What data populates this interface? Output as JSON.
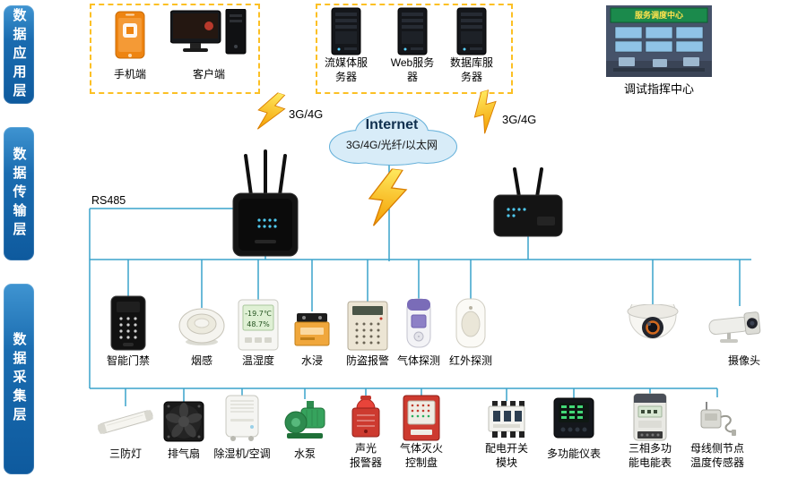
{
  "layers": [
    {
      "label": "数据应用层"
    },
    {
      "label": "数据传输层"
    },
    {
      "label": "数据采集层"
    }
  ],
  "application": {
    "phone_label": "手机端",
    "desktop_label": "客户端",
    "servers": [
      {
        "label": "流媒体服\n务器"
      },
      {
        "label": "Web服务\n器"
      },
      {
        "label": "数据库服\n务器"
      }
    ],
    "command_center_label": "调试指挥中心",
    "command_center_screen_title": "服务调度中心"
  },
  "network": {
    "cloud_title": "Internet",
    "cloud_subtitle": "3G/4G/光纤/以太网",
    "left_link_label": "3G/4G",
    "right_link_label": "3G/4G",
    "bus_label": "RS485"
  },
  "sensors": [
    {
      "label": "智能门禁"
    },
    {
      "label": "烟感"
    },
    {
      "label": "温湿度",
      "display_top": "-19.7℃",
      "display_bottom": "48.7%"
    },
    {
      "label": "水浸"
    },
    {
      "label": "防盗报警"
    },
    {
      "label": "气体探测"
    },
    {
      "label": "红外探测"
    },
    {
      "label": "摄像头"
    }
  ],
  "equipment": [
    {
      "label": "三防灯"
    },
    {
      "label": "排气扇"
    },
    {
      "label": "除湿机/空调"
    },
    {
      "label": "水泵"
    },
    {
      "label": "声光\n报警器"
    },
    {
      "label": "气体灭火\n控制盘"
    },
    {
      "label": "配电开关\n模块"
    },
    {
      "label": "多功能仪表"
    },
    {
      "label": "三相多功\n能电能表"
    },
    {
      "label": "母线侧节点\n温度传感器"
    }
  ],
  "colors": {
    "layer_banner_blue": "#1160a2",
    "connector_teal": "#3aa3cc",
    "dashed_border_yellow": "#fcc024",
    "lightning_orange": "#f39c00",
    "cloud_fill": "#d8ecf8"
  }
}
